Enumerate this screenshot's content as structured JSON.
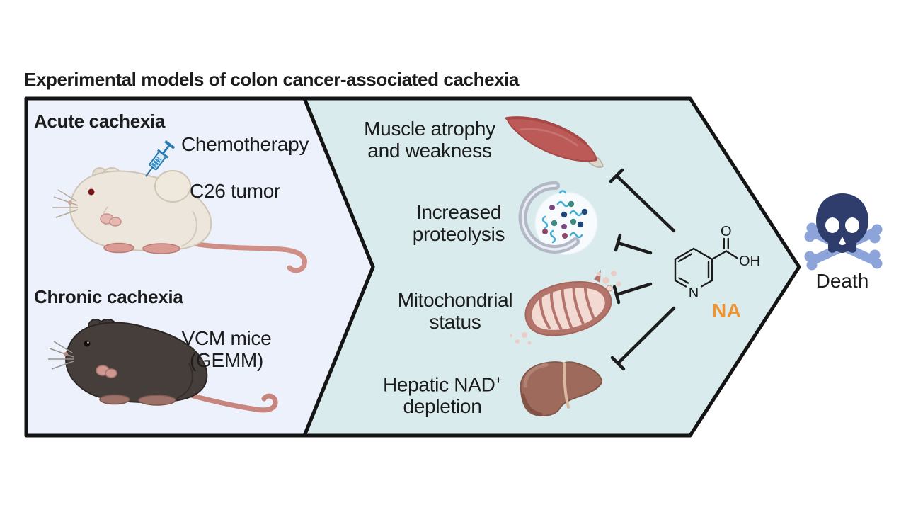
{
  "title": "Experimental models of colon cancer-associated cachexia",
  "left_panel": {
    "acute_heading": "Acute cachexia",
    "chemotherapy_label": "Chemotherapy",
    "tumor_label": "C26 tumor",
    "chronic_heading": "Chronic cachexia",
    "vcm_line1": "VCM mice",
    "vcm_line2": "(GEMM)"
  },
  "outcomes": {
    "muscle_line1": "Muscle atrophy",
    "muscle_line2": "and weakness",
    "proteolysis_line1": "Increased",
    "proteolysis_line2": "proteolysis",
    "mito_line1": "Mitochondrial",
    "mito_line2": "status",
    "hepatic_line1": "Hepatic NAD",
    "hepatic_sup": "+",
    "hepatic_line2": "depletion"
  },
  "molecule": {
    "label": "NA",
    "atom_o": "O",
    "atom_oh": "OH",
    "atom_n": "N",
    "label_color": "#ee9433"
  },
  "death_label": "Death",
  "icons": {
    "muscle": "muscle-icon",
    "proteolysis": "autophagosome-icon",
    "mitochondria": "mitochondrion-icon",
    "liver": "liver-icon",
    "death": "skull-crossbones-icon",
    "syringe": "syringe-icon",
    "acute_model": "white-mouse-icon",
    "chronic_model": "black-mouse-icon"
  },
  "colors": {
    "left_panel_bg": "#ecf1fb",
    "arrow_bg": "#d9ebec",
    "outline": "#141414",
    "na_orange": "#ee9433",
    "skull_navy": "#2f3d6d",
    "bones_blue": "#8ca4d9",
    "muscle_red": "#bc5a58",
    "liver_brown": "#9e6a5c"
  }
}
